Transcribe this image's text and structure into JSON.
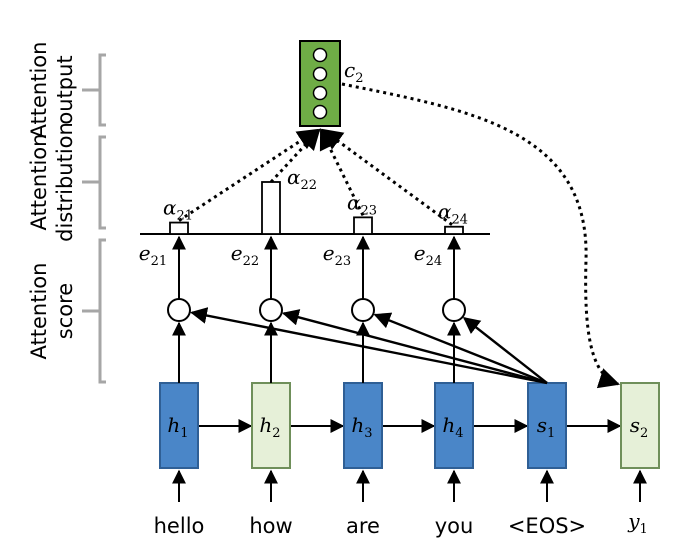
{
  "sections": {
    "output": [
      "Attention",
      "output"
    ],
    "distribution": [
      "Attention",
      "distribution"
    ],
    "score": [
      "Attention",
      "score"
    ]
  },
  "encoder": [
    {
      "sym": "h",
      "sub": "1",
      "word": "hello",
      "color": "#4a86c8"
    },
    {
      "sym": "h",
      "sub": "2",
      "word": "how",
      "color": "#e6f0d8"
    },
    {
      "sym": "h",
      "sub": "3",
      "word": "are",
      "color": "#4a86c8"
    },
    {
      "sym": "h",
      "sub": "4",
      "word": "you",
      "color": "#4a86c8"
    }
  ],
  "decoder": [
    {
      "sym": "s",
      "sub": "1",
      "word": "<EOS>",
      "color": "#4a86c8"
    },
    {
      "sym": "s",
      "sub": "2",
      "word_sym": "y",
      "word_sub": "1",
      "color": "#e6f0d8"
    }
  ],
  "scores": [
    {
      "sym": "e",
      "sub": "21"
    },
    {
      "sym": "e",
      "sub": "22"
    },
    {
      "sym": "e",
      "sub": "23"
    },
    {
      "sym": "e",
      "sub": "24"
    }
  ],
  "weights": [
    {
      "sym": "α",
      "sub": "21",
      "level": 0.22
    },
    {
      "sym": "α",
      "sub": "22",
      "level": 1.0
    },
    {
      "sym": "α",
      "sub": "23",
      "level": 0.32
    },
    {
      "sym": "α",
      "sub": "24",
      "level": 0.14
    }
  ],
  "context": {
    "sym": "c",
    "sub": "2",
    "color": "#6fac46",
    "dots": 4
  }
}
